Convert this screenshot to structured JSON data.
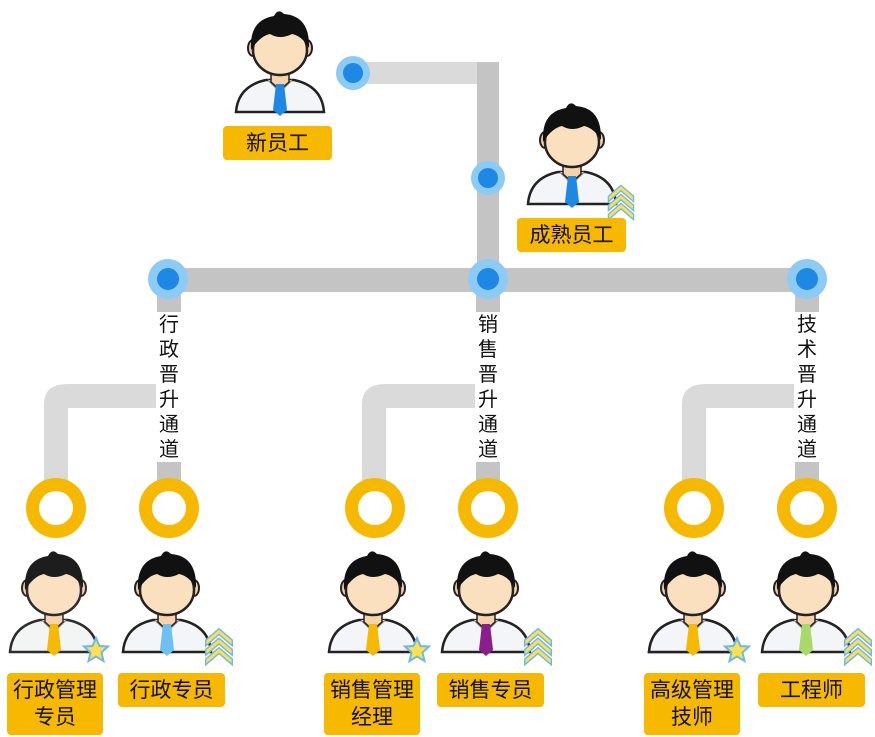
{
  "nodes": {
    "new_employee": "新员工",
    "mature_employee": "成熟员工",
    "admin_manager": "行政管理专员",
    "admin_specialist": "行政专员",
    "sales_manager": "销售管理经理",
    "sales_specialist": "销售专员",
    "senior_technician": "高级管理技师",
    "engineer": "工程师"
  },
  "channels": {
    "admin": "行政晋升通道",
    "sales": "销售晋升通道",
    "tech": "技术晋升通道"
  },
  "colors": {
    "label_bg": "#F7B800",
    "connector": "#C4C4C4",
    "connector_light": "#DADADA",
    "node_blue": "#1E88E5",
    "node_ring": "#8CCBF3",
    "ring_yellow": "#F7B800",
    "star": "#FFE14D",
    "chevron": "#FFE14D"
  },
  "icons": [
    "person-icon",
    "star-icon",
    "chevron-up-icon"
  ]
}
